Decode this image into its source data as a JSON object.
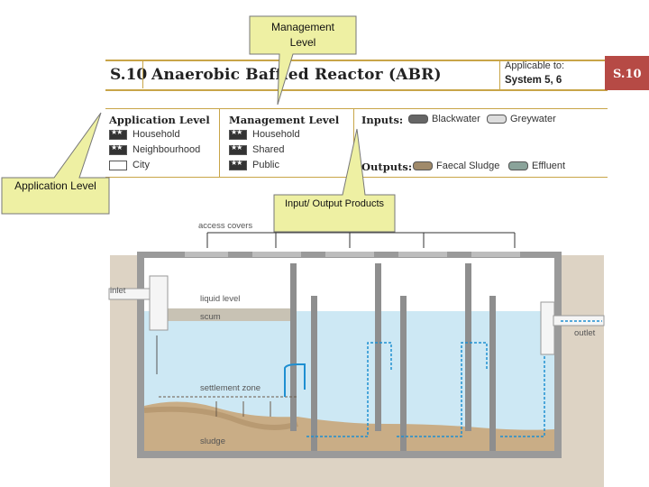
{
  "callouts": {
    "management": {
      "line1": "Management",
      "line2": "Level"
    },
    "application": "Application Level",
    "io": "Input/ Output Products"
  },
  "sheet": {
    "code": "S.10",
    "title": "Anaerobic Baffled Reactor (ABR)",
    "applicable_label": "Applicable to:",
    "applicable_value": "System 5, 6",
    "tab": "S.10"
  },
  "levels": {
    "application": {
      "heading": "Application Level",
      "items": [
        "Household",
        "Neighbourhood",
        "City"
      ]
    },
    "management": {
      "heading": "Management Level",
      "items": [
        "Household",
        "Shared",
        "Public"
      ]
    }
  },
  "io": {
    "inputs_label": "Inputs:",
    "inputs": [
      "Blackwater",
      "Greywater"
    ],
    "outputs_label": "Outputs:",
    "outputs": [
      "Faecal Sludge",
      "Effluent"
    ]
  },
  "diagram": {
    "access_covers": "access covers",
    "inlet": "inlet",
    "liquid_level": "liquid level",
    "scum": "scum",
    "outlet": "outlet",
    "settlement_zone": "settlement zone",
    "sludge": "sludge"
  },
  "colors": {
    "accent": "#c8a548",
    "callout_fill": "#eef0a3",
    "water": "#cde8f4",
    "sludge": "#c9ad86",
    "tab": "#b64a45"
  }
}
